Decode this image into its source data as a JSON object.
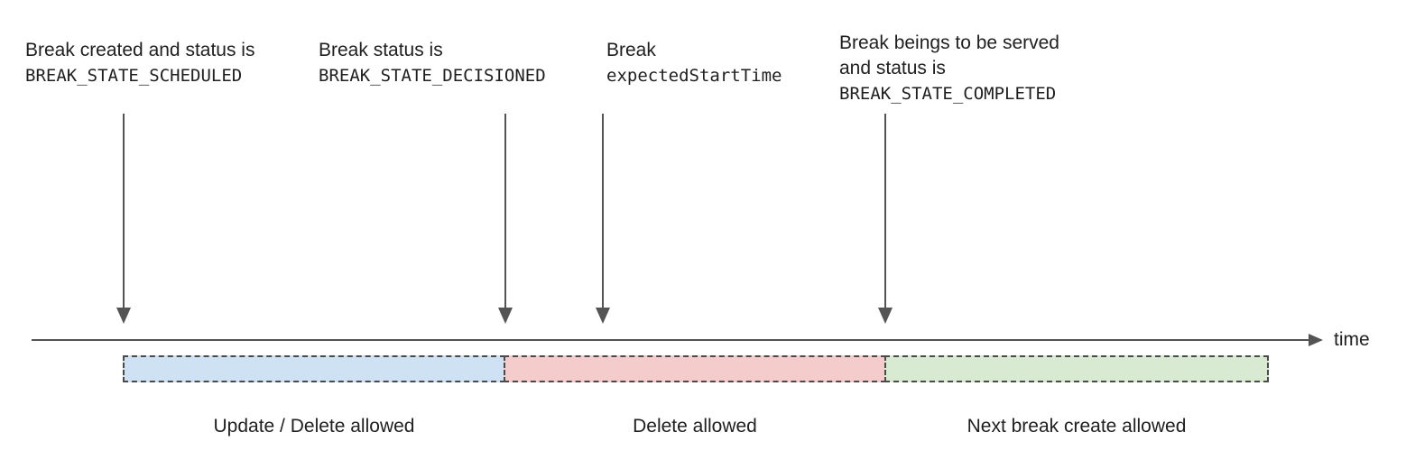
{
  "annotations": [
    {
      "line1": "Break created and status is",
      "code": "BREAK_STATE_SCHEDULED"
    },
    {
      "line1": "Break status is",
      "code": "BREAK_STATE_DECISIONED"
    },
    {
      "line1": "Break",
      "code": "expectedStartTime"
    },
    {
      "line1": "Break beings to be served",
      "line2": "and status is",
      "code": "BREAK_STATE_COMPLETED"
    }
  ],
  "timeline": {
    "axis_label": "time",
    "line_color": "#545454"
  },
  "segments": [
    {
      "label": "Update / Delete allowed",
      "fill": "#cfe2f3"
    },
    {
      "label": "Delete allowed",
      "fill": "#f4cccc"
    },
    {
      "label": "Next break create allowed",
      "fill": "#d9ead3"
    }
  ],
  "colors": {
    "text": "#1f1f1f",
    "dashed_border": "#4a4a4a",
    "segment_blue": "#cfe2f3",
    "segment_red": "#f4cccc",
    "segment_green": "#d9ead3"
  }
}
